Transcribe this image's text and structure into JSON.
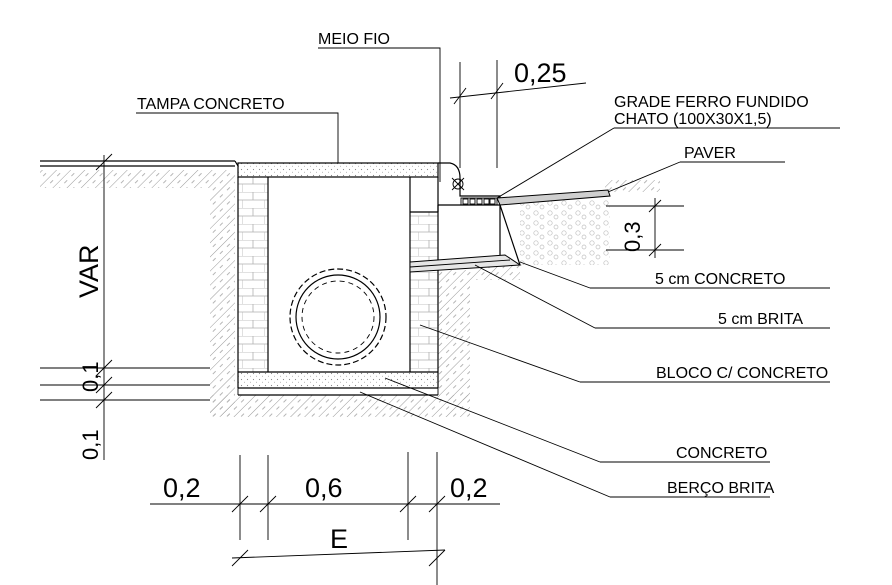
{
  "labels": {
    "meio_fio": "MEIO FIO",
    "tampa_concreto": "TAMPA CONCRETO",
    "grade_line1": "GRADE FERRO FUNDIDO",
    "grade_line2": "CHATO (100X30X1,5)",
    "paver": "PAVER",
    "concreto_5cm": "5 cm CONCRETO",
    "brita_5cm": "5 cm BRITA",
    "bloco": "BLOCO C/ CONCRETO",
    "concreto": "CONCRETO",
    "berco_brita": "BERÇO BRITA"
  },
  "dimensions": {
    "top_025": "0,25",
    "right_03": "0,3",
    "var": "VAR",
    "left_01_upper": "0,1",
    "left_01_lower": "0,1",
    "bottom_02_left": "0,2",
    "bottom_06": "0,6",
    "bottom_02_right": "0,2",
    "bottom_e": "E"
  }
}
